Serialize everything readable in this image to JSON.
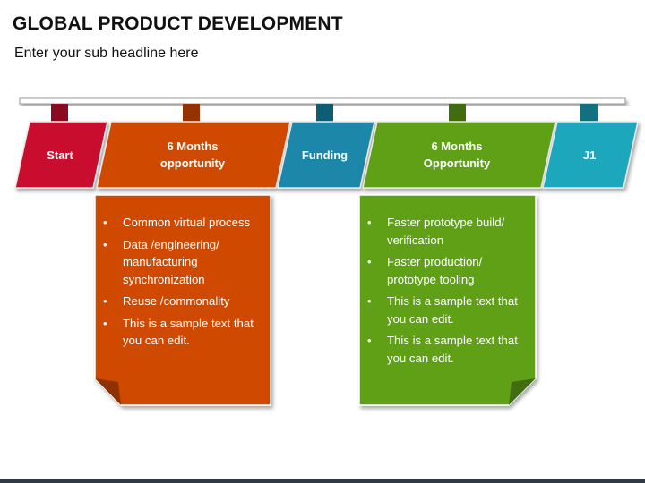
{
  "header": {
    "title": "GLOBAL PRODUCT DEVELOPMENT",
    "subtitle": "Enter your sub headline here"
  },
  "colors": {
    "start": "#c8102e",
    "months_opportunity": "#d04a02",
    "funding": "#1a87a8",
    "months_opportunity_green": "#5ea019",
    "j1": "#1ea7bd"
  },
  "stages": [
    {
      "label": "Start"
    },
    {
      "label": "6 Months opportunity"
    },
    {
      "label": "Funding"
    },
    {
      "label": "6 Months Opportunity"
    },
    {
      "label": "J1"
    }
  ],
  "boxes": [
    {
      "items": [
        "Common virtual process",
        "Data /engineering/ manufacturing synchronization",
        "Reuse /commonality",
        "This is a sample text that you can edit."
      ]
    },
    {
      "items": [
        "Faster prototype build/ verification",
        "Faster production/ prototype tooling",
        "This is a sample text that you can edit.",
        "This is a sample text that you can edit."
      ]
    }
  ]
}
